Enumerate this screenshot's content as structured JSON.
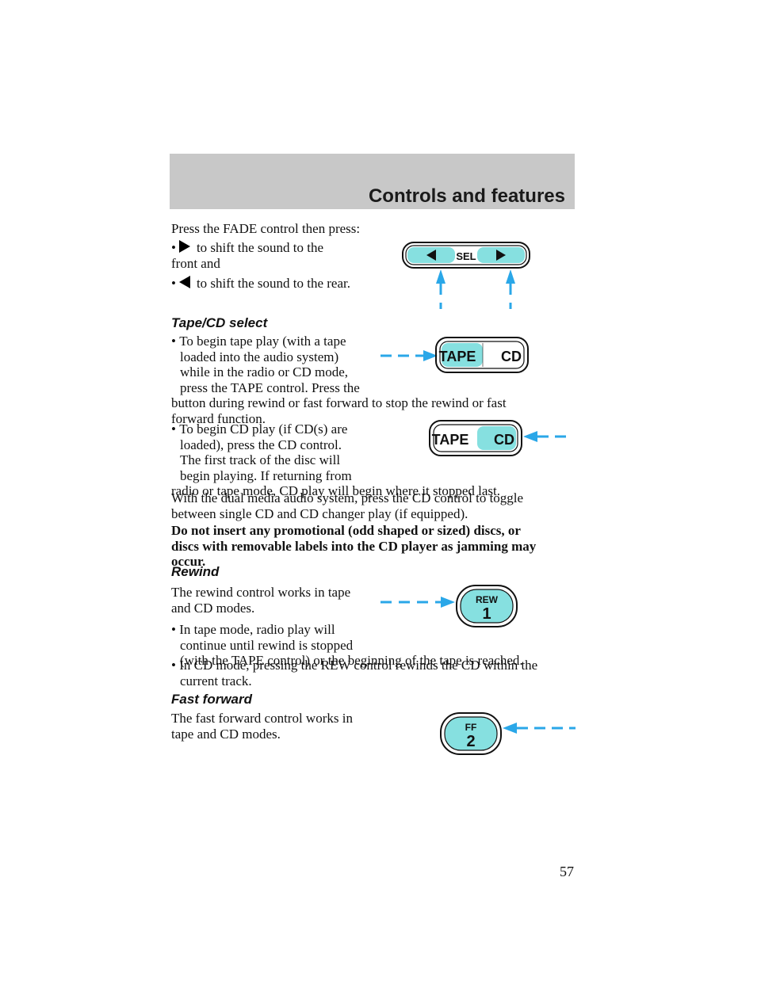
{
  "header": {
    "section_title": "Controls and features"
  },
  "intro": "Press the FADE control then press:",
  "fade": {
    "front_text": "to shift the sound to the",
    "front_text_2": "front and",
    "rear_text": "to shift the sound to the rear.",
    "button_label": "SEL"
  },
  "tape_cd_select": {
    "heading": "Tape/CD select",
    "bullet1": [
      "To begin tape play (with a tape",
      "loaded into the audio system)",
      "while in the radio or CD mode,",
      "press the TAPE control. Press the",
      "button during rewind or fast forward to stop the rewind or fast",
      "forward function."
    ],
    "bullet2": [
      "To begin CD play (if CD(s) are",
      "loaded), press the CD control.",
      "The first track of the disc will",
      "begin playing. If returning from",
      "radio or tape mode, CD play will begin where it stopped last."
    ],
    "dual_media": [
      "With the dual media audio system, press the CD control to toggle",
      "between single CD and CD changer play (if equipped)."
    ],
    "warning": [
      "Do not insert any promotional (odd shaped or sized) discs, or",
      "discs with removable labels into the CD player as jamming may",
      "occur."
    ],
    "tape_label": "TAPE",
    "cd_label": "CD"
  },
  "rewind": {
    "heading": "Rewind",
    "intro": [
      "The rewind control works in tape",
      "and CD modes."
    ],
    "bullet1": [
      "In tape mode, radio play will",
      "continue until rewind is stopped",
      "(with the TAPE control) or the beginning of the tape is reached."
    ],
    "bullet2": [
      "In CD mode, pressing the REW control rewinds the CD within the",
      "current track."
    ],
    "button_label": "REW",
    "button_number": "1"
  },
  "fast_forward": {
    "heading": "Fast forward",
    "intro": [
      "The fast forward control works in",
      "tape and CD modes."
    ],
    "button_label": "FF",
    "button_number": "2"
  },
  "footer": {
    "page_number": "57"
  },
  "colors": {
    "header_band": "#c8c8c8",
    "highlight": "#86e0e0",
    "callout": "#2aa7e8"
  }
}
